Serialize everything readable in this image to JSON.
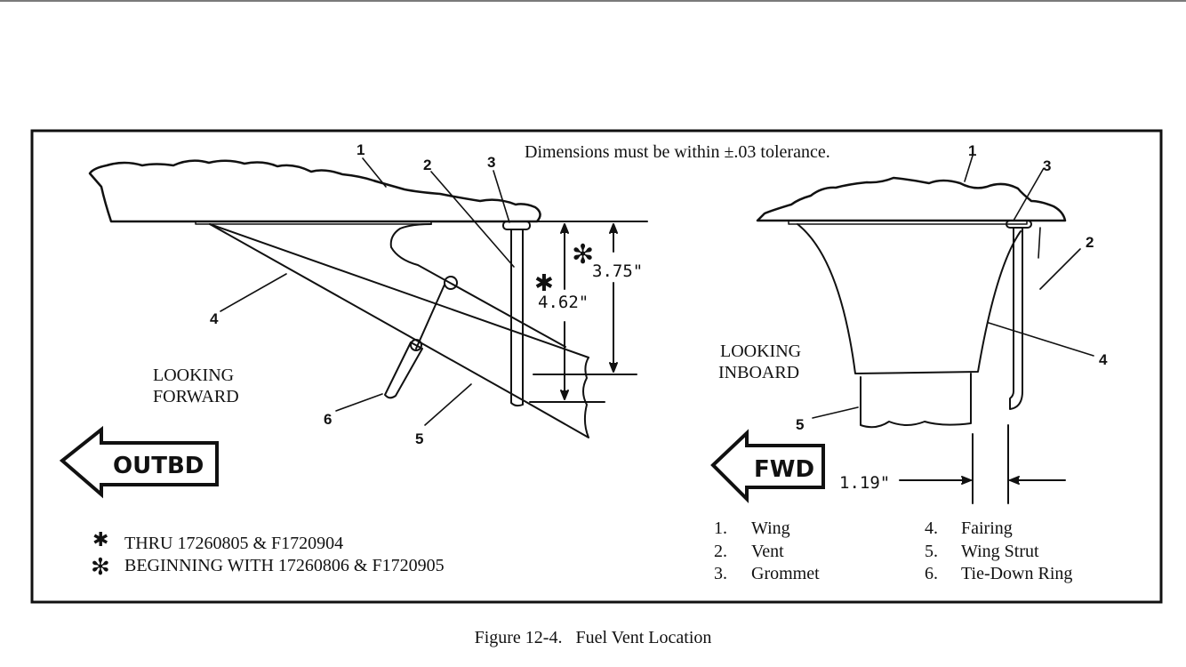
{
  "figure": {
    "caption": "Figure 12-4.   Fuel Vent Location",
    "tolerance_note": "Dimensions must be within ±.03 tolerance."
  },
  "left_view": {
    "view_label_line1": "LOOKING",
    "view_label_line2": "FORWARD",
    "direction_arrow": "OUTBD",
    "callouts": [
      "1",
      "2",
      "3",
      "4",
      "5",
      "6"
    ],
    "dimension_a": {
      "symbol": "solid-asterisk",
      "value": "4.62\""
    },
    "dimension_b": {
      "symbol": "open-asterisk",
      "value": "3.75\""
    }
  },
  "right_view": {
    "view_label_line1": "LOOKING",
    "view_label_line2": "INBOARD",
    "direction_arrow": "FWD",
    "callouts": [
      "1",
      "2",
      "3",
      "4",
      "5"
    ],
    "dimension": {
      "value": "1.19\""
    }
  },
  "notes": [
    {
      "symbol": "solid-asterisk",
      "glyph": "✱",
      "text": "THRU 17260805 & F1720904"
    },
    {
      "symbol": "open-asterisk",
      "glyph": "✻",
      "text": "BEGINNING WITH 17260806 & F1720905"
    }
  ],
  "legend": [
    {
      "num": "1.",
      "name": "Wing"
    },
    {
      "num": "2.",
      "name": "Vent"
    },
    {
      "num": "3.",
      "name": "Grommet"
    },
    {
      "num": "4.",
      "name": "Fairing"
    },
    {
      "num": "5.",
      "name": "Wing Strut"
    },
    {
      "num": "6.",
      "name": "Tie-Down Ring"
    }
  ]
}
